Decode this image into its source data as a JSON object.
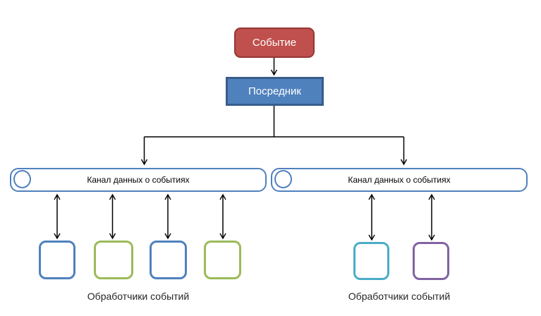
{
  "diagram": {
    "event": {
      "label": "Событие",
      "fill": "#C0504D",
      "border": "#943634",
      "text_color": "#FFFFFF"
    },
    "mediator": {
      "label": "Посредник",
      "fill": "#4F81BD",
      "border": "#385D8A",
      "text_color": "#FFFFFF"
    },
    "channels": [
      {
        "label": "Канал данных о событиях",
        "border": "#4F81BD"
      },
      {
        "label": "Канал данных о событиях",
        "border": "#4F81BD"
      }
    ],
    "handlers": [
      {
        "color": "#4F81BD"
      },
      {
        "color": "#9BBB59"
      },
      {
        "color": "#4F81BD"
      },
      {
        "color": "#9BBB59"
      },
      {
        "color": "#4BACC6"
      },
      {
        "color": "#8064A2"
      }
    ],
    "handler_group_labels": [
      "Обработчики событий",
      "Обработчики событий"
    ],
    "arrow_color": "#000000",
    "background": "#FFFFFF"
  }
}
